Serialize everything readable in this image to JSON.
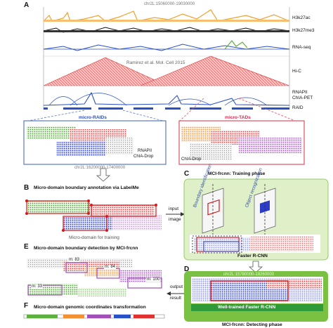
{
  "panel_a": {
    "letter": "A",
    "coords": "chr2L:15060000-19030000",
    "track_labels": [
      "H3k27ac",
      "H3k27me3",
      "RNA-seq",
      "Hi-C",
      "RNAPII",
      "ChIA-PET",
      "RAID"
    ],
    "citation": "Ramirez et al. Mol. Cell 2015",
    "micro_raids_title": "micro-RAIDs",
    "micro_tads_title": "micro-TADs",
    "raids_label_1": "RNAPII",
    "raids_label_2": "ChIA-Drop",
    "tads_label": "ChIA-Drop"
  },
  "panel_b": {
    "letter": "B",
    "coords": "chr2L:16200000-17400000",
    "title": "Micro-domain boundary annotation via LabelMe",
    "caption": "Micro-domain for training",
    "input_label_1": "input",
    "input_label_2": "image"
  },
  "panel_c": {
    "letter": "C",
    "title": "MCI-frcnn: Training phase",
    "tilt_label_1": "Boundary identification",
    "tilt_label_2": "Object recognization",
    "network_label": "Faster R-CNN"
  },
  "panel_d": {
    "letter": "D",
    "banner": "Well-trained Faster R-CNN",
    "footer": "MCI-frcnn: Detecting phase",
    "coords": "chr2L:15780000-18260000",
    "output_label_1": "output",
    "output_label_2": "result"
  },
  "panel_e": {
    "letter": "E",
    "title": "Micro-domain boundary detection by MCI-frcnn",
    "tags": [
      "m: 83",
      "m: 84",
      "m: 100",
      "m: 33"
    ]
  },
  "panel_f": {
    "letter": "F",
    "title": "Micro-domain genomic coordinates transformation"
  },
  "colors": {
    "orange": "#f0a030",
    "blue_track": "#2850c8",
    "green_track": "#60b040",
    "hic_red": "#e03030",
    "raids_box": "#5a78c8",
    "tads_box": "#e05060",
    "green_panel": "#dff0c8",
    "green_border": "#7ac143",
    "boundary_red": "#d81818"
  }
}
